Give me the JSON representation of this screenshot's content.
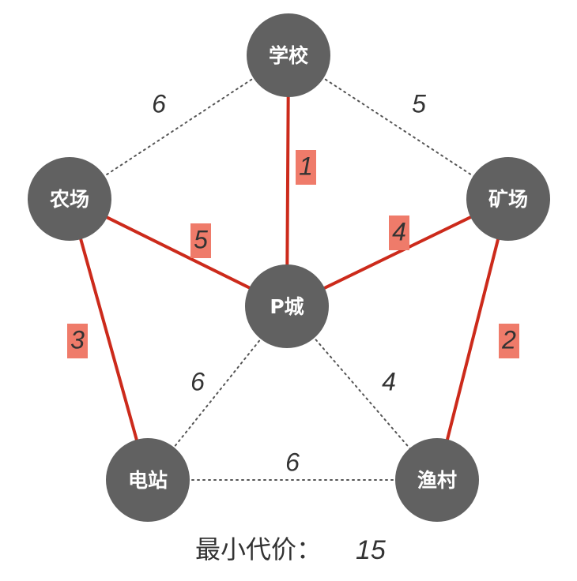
{
  "colors": {
    "node_fill": "#616161",
    "node_text": "#ffffff",
    "mst_edge": "#cc2a1b",
    "mst_label_bg": "#ef7b6a",
    "plain_edge": "#555555",
    "text": "#333333"
  },
  "nodes": [
    {
      "id": "school",
      "label": "学校"
    },
    {
      "id": "farm",
      "label": "农场"
    },
    {
      "id": "mine",
      "label": "矿场"
    },
    {
      "id": "pcity",
      "label": "P城"
    },
    {
      "id": "power",
      "label": "电站"
    },
    {
      "id": "fish",
      "label": "渔村"
    }
  ],
  "edges": [
    {
      "from": "school",
      "to": "pcity",
      "weight": "1",
      "in_mst": true
    },
    {
      "from": "farm",
      "to": "pcity",
      "weight": "5",
      "in_mst": true
    },
    {
      "from": "mine",
      "to": "pcity",
      "weight": "4",
      "in_mst": true
    },
    {
      "from": "farm",
      "to": "power",
      "weight": "3",
      "in_mst": true
    },
    {
      "from": "mine",
      "to": "fish",
      "weight": "2",
      "in_mst": true
    },
    {
      "from": "school",
      "to": "farm",
      "weight": "6",
      "in_mst": false
    },
    {
      "from": "school",
      "to": "mine",
      "weight": "5",
      "in_mst": false
    },
    {
      "from": "pcity",
      "to": "power",
      "weight": "6",
      "in_mst": false
    },
    {
      "from": "pcity",
      "to": "fish",
      "weight": "4",
      "in_mst": false
    },
    {
      "from": "power",
      "to": "fish",
      "weight": "6",
      "in_mst": false
    }
  ],
  "caption": {
    "label": "最小代价：",
    "value": "15"
  }
}
